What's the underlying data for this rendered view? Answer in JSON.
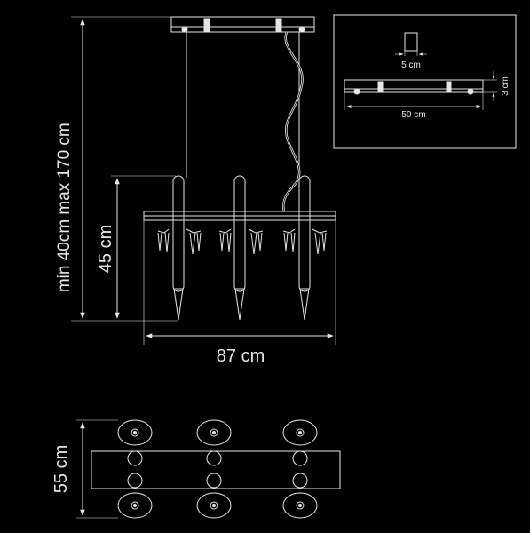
{
  "dimensions": {
    "height_range_min": "min 40cm",
    "height_range_max": "max 170 cm",
    "body_height": "45 cm",
    "width": "87 cm",
    "depth": "55 cm"
  },
  "inset": {
    "mount_width": "5 cm",
    "canopy_height": "3 cm",
    "canopy_length": "50 cm"
  },
  "colors": {
    "background": "#000000",
    "line": "#e6e6e6"
  }
}
